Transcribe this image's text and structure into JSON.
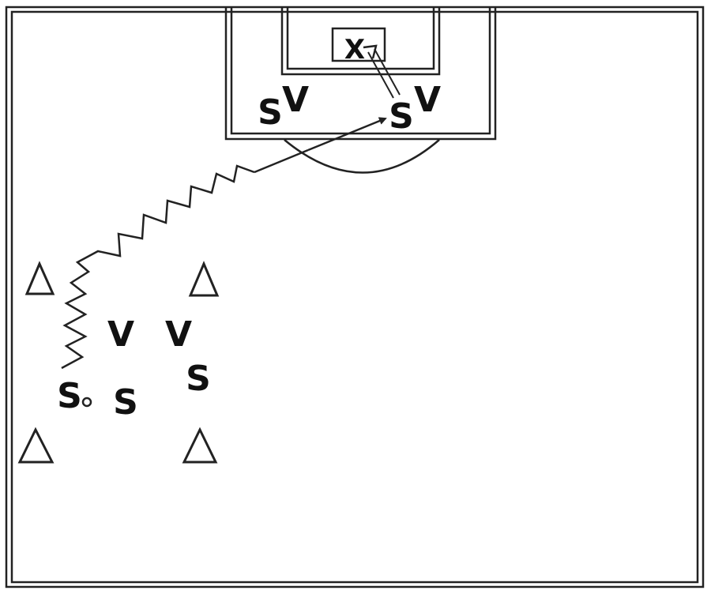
{
  "diagram": {
    "colors": {
      "line": "#222222",
      "background": "#ffffff"
    },
    "goal": {
      "label": "X"
    },
    "players": {
      "attacker": "S",
      "defender": "V"
    },
    "cone_shape": "triangle",
    "pattern_legend": {
      "zigzag_line": "dribble",
      "double_line": "shot",
      "arrow_line": "pass"
    }
  }
}
